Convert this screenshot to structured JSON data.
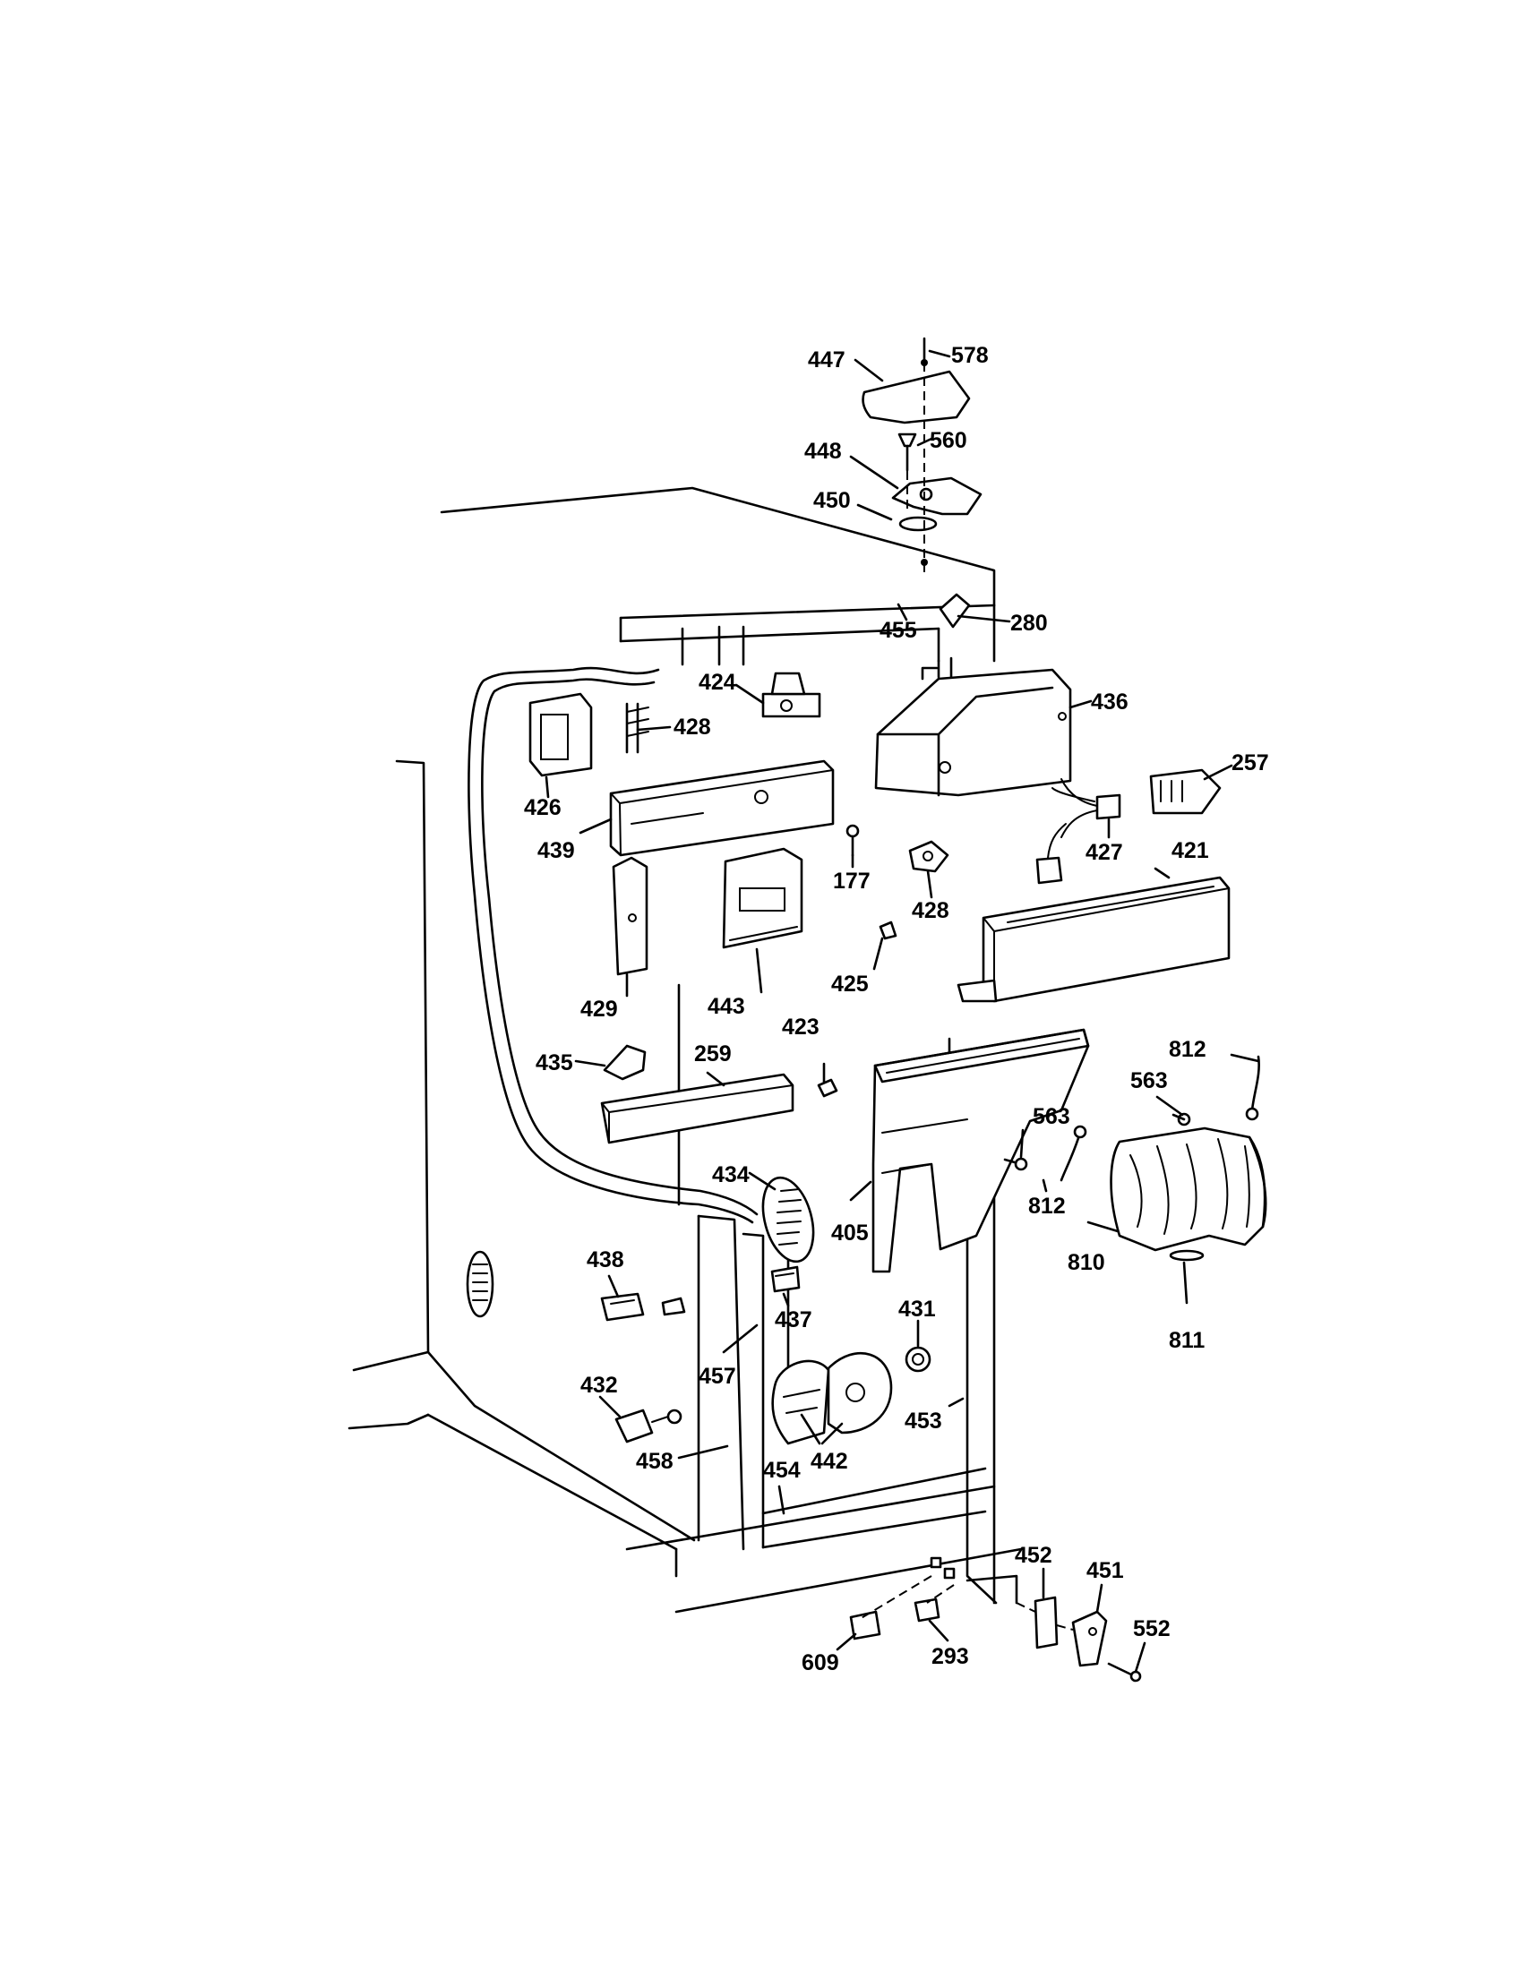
{
  "diagram": {
    "callouts": [
      {
        "id": "c578",
        "text": "578"
      },
      {
        "id": "c447",
        "text": "447"
      },
      {
        "id": "c448",
        "text": "448"
      },
      {
        "id": "c560",
        "text": "560"
      },
      {
        "id": "c450",
        "text": "450"
      },
      {
        "id": "c455",
        "text": "455"
      },
      {
        "id": "c280",
        "text": "280"
      },
      {
        "id": "c424",
        "text": "424"
      },
      {
        "id": "c428a",
        "text": "428"
      },
      {
        "id": "c436",
        "text": "436"
      },
      {
        "id": "c426",
        "text": "426"
      },
      {
        "id": "c257",
        "text": "257"
      },
      {
        "id": "c439",
        "text": "439"
      },
      {
        "id": "c177",
        "text": "177"
      },
      {
        "id": "c427",
        "text": "427"
      },
      {
        "id": "c421",
        "text": "421"
      },
      {
        "id": "c428b",
        "text": "428"
      },
      {
        "id": "c429",
        "text": "429"
      },
      {
        "id": "c443",
        "text": "443"
      },
      {
        "id": "c425",
        "text": "425"
      },
      {
        "id": "c423",
        "text": "423"
      },
      {
        "id": "c812a",
        "text": "812"
      },
      {
        "id": "c435",
        "text": "435"
      },
      {
        "id": "c259",
        "text": "259"
      },
      {
        "id": "c563a",
        "text": "563"
      },
      {
        "id": "c563b",
        "text": "563"
      },
      {
        "id": "c434",
        "text": "434"
      },
      {
        "id": "c405",
        "text": "405"
      },
      {
        "id": "c812b",
        "text": "812"
      },
      {
        "id": "c810",
        "text": "810"
      },
      {
        "id": "c438",
        "text": "438"
      },
      {
        "id": "c437",
        "text": "437"
      },
      {
        "id": "c431",
        "text": "431"
      },
      {
        "id": "c811",
        "text": "811"
      },
      {
        "id": "c457",
        "text": "457"
      },
      {
        "id": "c432",
        "text": "432"
      },
      {
        "id": "c453",
        "text": "453"
      },
      {
        "id": "c442",
        "text": "442"
      },
      {
        "id": "c458",
        "text": "458"
      },
      {
        "id": "c454",
        "text": "454"
      },
      {
        "id": "c452",
        "text": "452"
      },
      {
        "id": "c451",
        "text": "451"
      },
      {
        "id": "c552",
        "text": "552"
      },
      {
        "id": "c609",
        "text": "609"
      },
      {
        "id": "c293",
        "text": "293"
      }
    ]
  }
}
